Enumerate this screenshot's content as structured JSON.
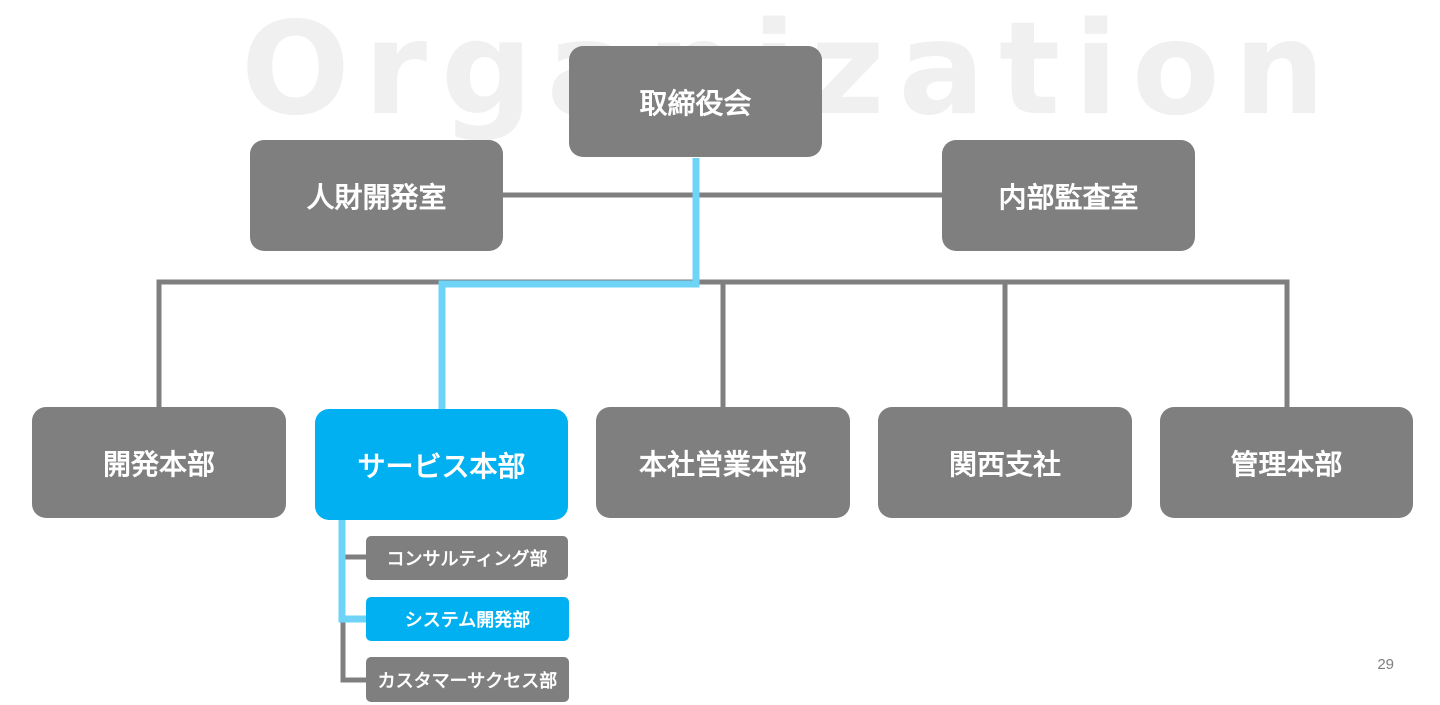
{
  "watermark": "Organization",
  "top": {
    "label": "取締役会"
  },
  "staff": [
    {
      "label": "人財開発室"
    },
    {
      "label": "内部監査室"
    }
  ],
  "divisions": [
    {
      "label": "開発本部",
      "highlighted": false
    },
    {
      "label": "サービス本部",
      "highlighted": true
    },
    {
      "label": "本社営業本部",
      "highlighted": false
    },
    {
      "label": "関西支社",
      "highlighted": false
    },
    {
      "label": "管理本部",
      "highlighted": false
    }
  ],
  "service_departments": [
    {
      "label": "コンサルティング部",
      "highlighted": false
    },
    {
      "label": "システム開発部",
      "highlighted": true
    },
    {
      "label": "カスタマーサクセス部",
      "highlighted": false
    }
  ],
  "page_number": "29",
  "colors": {
    "box_gray": "#7f7f7f",
    "highlight_blue": "#00b0f0",
    "path_blue": "#6dd3f7",
    "line_gray": "#7f7f7f"
  }
}
